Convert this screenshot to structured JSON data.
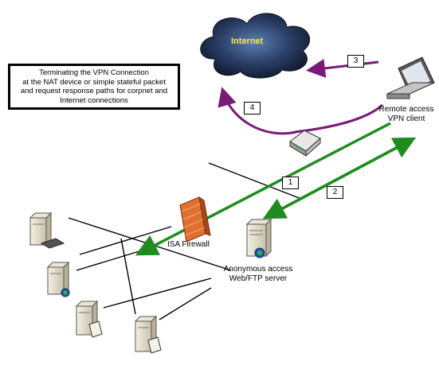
{
  "caption": {
    "lines": [
      "Terminating the VPN Connection",
      "at the NAT device or simple stateful packet",
      "and request response paths for corpnet and",
      "Internet connections"
    ]
  },
  "internet": {
    "label": "Internet"
  },
  "steps": [
    "1",
    "2",
    "3",
    "4"
  ],
  "vpn_client": {
    "line1": "Remote access",
    "line2": "VPN client"
  },
  "firewall": {
    "label": "ISA Firewall"
  },
  "web_server": {
    "line1": "Anonymous access",
    "line2": "Web/FTP server"
  },
  "colors": {
    "green_path": "#1e8c1e",
    "purple_path": "#7a1a7a",
    "cloud": "#1a2a4a",
    "firewall": "#e07030"
  }
}
